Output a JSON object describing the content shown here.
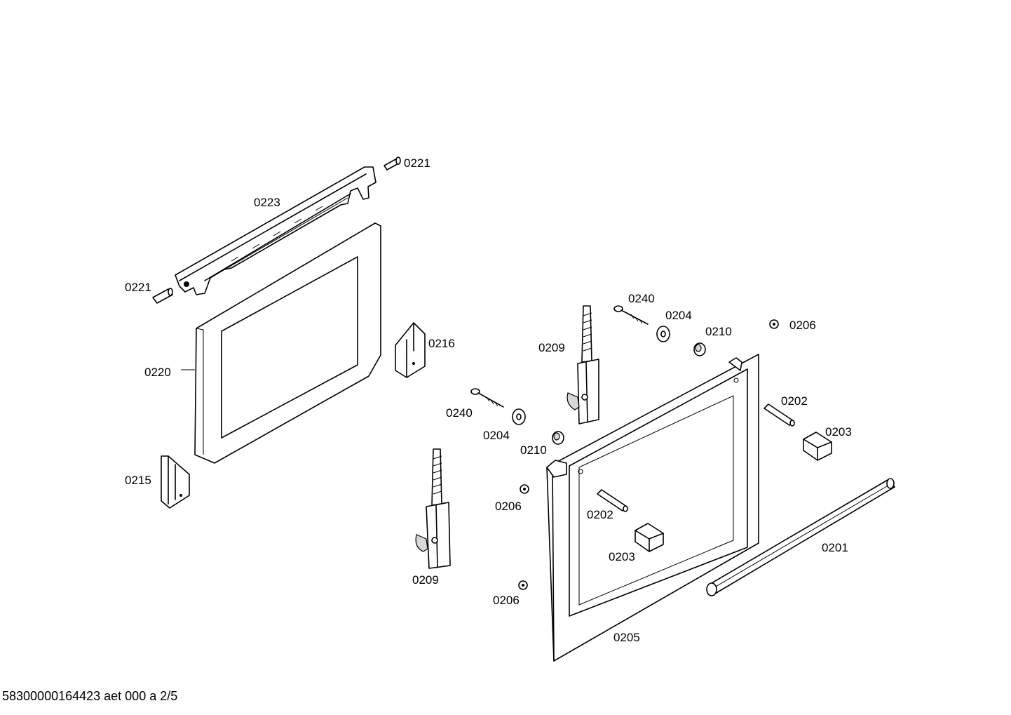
{
  "labels": {
    "p0221a": "0221",
    "p0223": "0223",
    "p0221b": "0221",
    "p0220": "0220",
    "p0216": "0216",
    "p0215": "0215",
    "p0240a": "0240",
    "p0204a": "0204",
    "p0210a": "0210",
    "p0206a": "0206",
    "p0209a": "0209",
    "p0240b": "0240",
    "p0204b": "0204",
    "p0210b": "0210",
    "p0202a": "0202",
    "p0203a": "0203",
    "p0206b": "0206",
    "p0202b": "0202",
    "p0209b": "0209",
    "p0203b": "0203",
    "p0201": "0201",
    "p0206c": "0206",
    "p0205": "0205"
  },
  "footer": "58300000164423 aet 000 a 2/5"
}
